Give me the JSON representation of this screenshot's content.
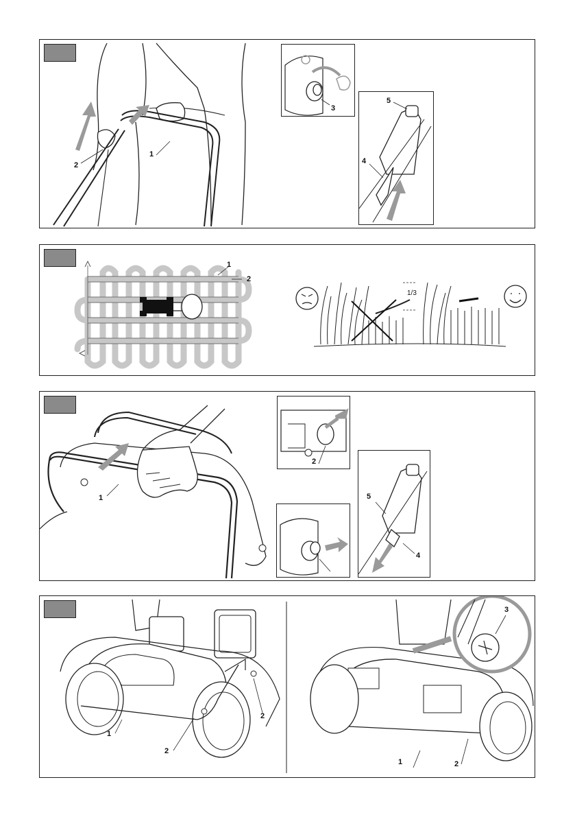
{
  "figures": [
    {
      "callouts": {
        "c1": "1",
        "c2": "2",
        "c3": "3",
        "c4": "4",
        "c5": "5"
      }
    },
    {
      "callouts": {
        "c1": "1",
        "c2": "2"
      },
      "ratio": "1/3"
    },
    {
      "callouts": {
        "c1": "1",
        "c2": "2",
        "c4": "4",
        "c5": "5"
      }
    },
    {
      "callouts": {
        "l1": "1",
        "l2a": "2",
        "l2b": "2",
        "r1": "1",
        "r2": "2",
        "r3": "3"
      }
    }
  ],
  "colors": {
    "arrow": "#9a9a9a",
    "tag": "#8a8a8a",
    "line": "#222222"
  }
}
